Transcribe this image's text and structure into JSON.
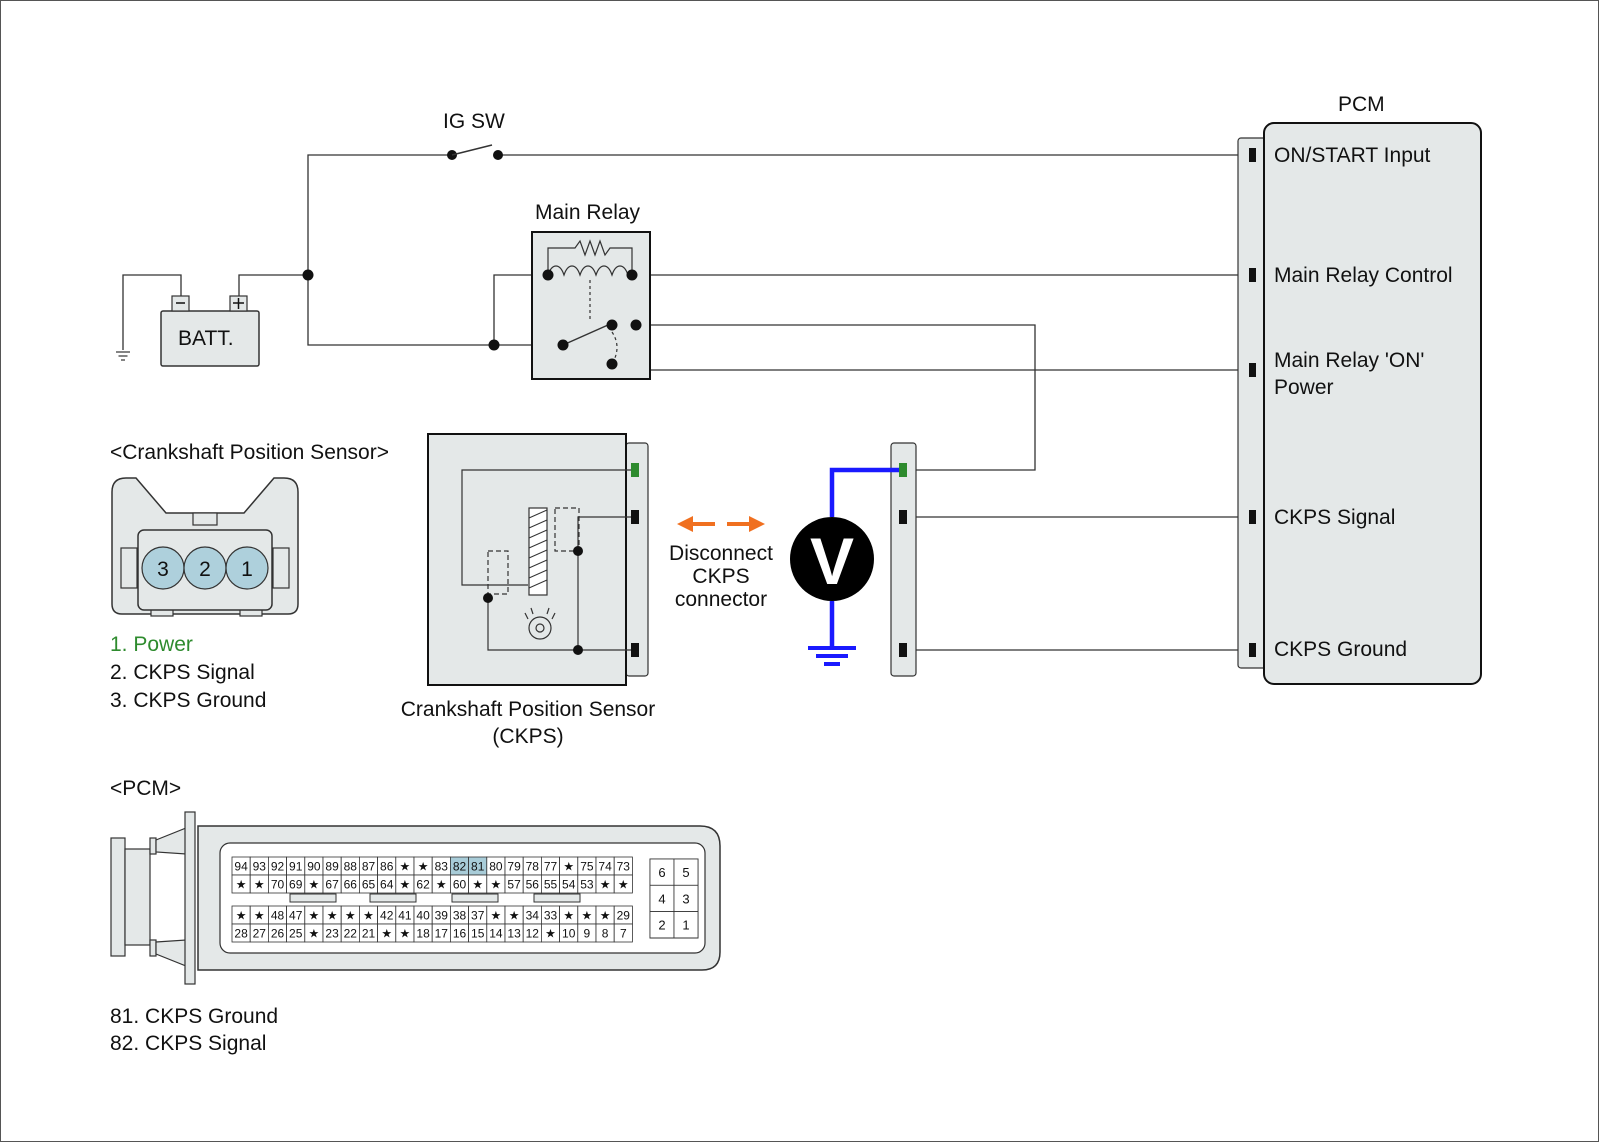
{
  "labels": {
    "ig_sw": "IG SW",
    "main_relay": "Main Relay",
    "battery": "BATT.",
    "pcm": "PCM",
    "ckps_connector_title": "<Crankshaft Position Sensor>",
    "ckps_caption_line1": "Crankshaft Position Sensor",
    "ckps_caption_line2": "(CKPS)",
    "disconnect_line1": "Disconnect",
    "disconnect_line2": "CKPS",
    "disconnect_line3": "connector",
    "voltmeter": "V",
    "pcm_connector_title": "<PCM>"
  },
  "pcm_terminals": {
    "on_start_input": "ON/START Input",
    "main_relay_control": "Main Relay Control",
    "main_relay_on_power_line1": "Main Relay 'ON'",
    "main_relay_on_power_line2": "Power",
    "ckps_signal": "CKPS Signal",
    "ckps_ground": "CKPS Ground"
  },
  "ckps_connector": {
    "pins": [
      "3",
      "2",
      "1"
    ],
    "legend": [
      "1. Power",
      "2. CKPS Signal",
      "3. CKPS Ground"
    ]
  },
  "pcm_connector": {
    "row1": [
      "94",
      "93",
      "92",
      "91",
      "90",
      "89",
      "88",
      "87",
      "86",
      "★",
      "★",
      "83",
      "82",
      "81",
      "80",
      "79",
      "78",
      "77",
      "★",
      "75",
      "74",
      "73"
    ],
    "row2": [
      "★",
      "★",
      "70",
      "69",
      "★",
      "67",
      "66",
      "65",
      "64",
      "★",
      "62",
      "★",
      "60",
      "★",
      "★",
      "57",
      "56",
      "55",
      "54",
      "53",
      "★",
      "★"
    ],
    "row3": [
      "★",
      "★",
      "48",
      "47",
      "★",
      "★",
      "★",
      "★",
      "42",
      "41",
      "40",
      "39",
      "38",
      "37",
      "★",
      "★",
      "34",
      "33",
      "★",
      "★",
      "★",
      "29"
    ],
    "row4": [
      "28",
      "27",
      "26",
      "25",
      "★",
      "23",
      "22",
      "21",
      "★",
      "★",
      "18",
      "17",
      "16",
      "15",
      "14",
      "13",
      "12",
      "★",
      "10",
      "9",
      "8",
      "7"
    ],
    "small_block": [
      [
        "6",
        "5"
      ],
      [
        "4",
        "3"
      ],
      [
        "2",
        "1"
      ]
    ],
    "legend": [
      "81. CKPS Ground",
      "82. CKPS Signal"
    ]
  },
  "colors": {
    "power_pin": "#2e8b2e",
    "meter_lead": "#1a1aff",
    "arrow": "#f07020",
    "highlight_pin": "#a8ccd8",
    "pin_circle": "#aed0dc",
    "panel": "#e4e8e8"
  }
}
